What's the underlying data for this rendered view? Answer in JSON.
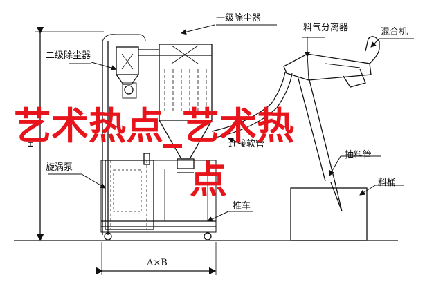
{
  "labels": {
    "primary_collector": "一级除尘器",
    "secondary_collector": "二级除尘器",
    "cyclone_pump": "旋涡泵",
    "material_separator": "料气分离器",
    "mixer": "混合机",
    "connecting_pipe": "连接软管",
    "suction_pipe": "抽料管",
    "cart": "推车",
    "bucket": "料桶",
    "height_dim": "H",
    "width_dim": "A×B"
  },
  "overlay": {
    "line1": "艺术热点_艺术热",
    "line2": "点",
    "color": "#e8141b"
  }
}
